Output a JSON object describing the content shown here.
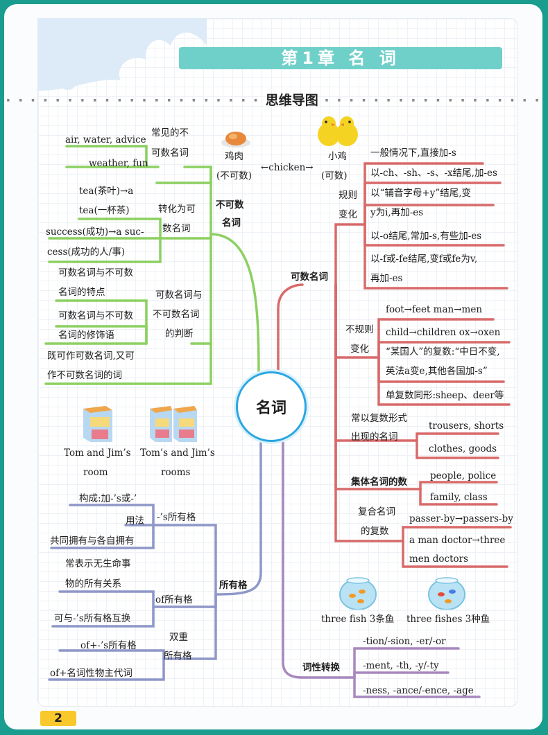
{
  "title": "第1章  名  词",
  "heading": "思维导图",
  "center": "名词",
  "page_number": "2",
  "colors": {
    "frame": "#1a9d8e",
    "title_bar": "#6fd0c9",
    "green": "#8cd061",
    "red": "#d86a6a",
    "blue": "#8e97c8",
    "purple": "#a888be",
    "center_ring": "#2ba6e2"
  },
  "uncountable": {
    "label_1": "不可数",
    "label_2": "名词",
    "common": {
      "label_1": "常见的不",
      "label_2": "可数名词",
      "item_1": "air, water, advice",
      "item_2": "weather, fun"
    },
    "conversion": {
      "label_1": "转化为可",
      "label_2": "数名词",
      "item_1": "tea(茶叶)→a",
      "item_2": "tea(一杯茶)",
      "item_3": "success(成功)→a suc-",
      "item_4": "cess(成功的人/事)"
    },
    "judgement": {
      "label_1": "可数名词与",
      "label_2": "不可数名词",
      "label_3": "的判断",
      "item_1": "可数名词与不可数",
      "item_2": "名词的特点",
      "item_3": "可数名词与不可数",
      "item_4": "名词的修饰语",
      "item_5": "既可作可数名词,又可",
      "item_6": "作不可数名词的词"
    }
  },
  "chicken": {
    "meat_1": "鸡肉",
    "meat_2": "(不可数)",
    "arrow": "←chicken→",
    "chick_1": "小鸡",
    "chick_2": "(可数)"
  },
  "countable": {
    "label": "可数名词",
    "regular": {
      "label_1": "规则",
      "label_2": "变化",
      "item_1": "一般情况下,直接加-s",
      "item_2": "以-ch、-sh、-s、-x结尾,加-es",
      "item_3": "以“辅音字母+y”结尾,变",
      "item_4": "y为i,再加-es",
      "item_5": "以-o结尾,常加-s,有些加-es",
      "item_6": "以-f或-fe结尾,变f或fe为v,",
      "item_7": "再加-es"
    },
    "irregular": {
      "label_1": "不规则",
      "label_2": "变化",
      "item_1": "foot→feet    man→men",
      "item_2": "child→children    ox→oxen",
      "item_3": "“某国人”的复数:“中日不变,",
      "item_4": "英法a变e,其他各国加-s”",
      "item_5": "单复数同形:sheep、deer等"
    },
    "plural_form": {
      "label_1": "常以复数形式",
      "label_2": "出现的名词",
      "item_1": "trousers, shorts",
      "item_2": "clothes, goods"
    },
    "collective": {
      "label": "集体名词的数",
      "item_1": "people, police",
      "item_2": "family, class"
    },
    "compound": {
      "label_1": "复合名词",
      "label_2": "的复数",
      "item_1": "passer-by→passers-by",
      "item_2": "a man doctor→three",
      "item_3": "men doctors"
    }
  },
  "room": {
    "caption_1a": "Tom and Jim’s",
    "caption_1b": "room",
    "caption_2a": "Tom’s and Jim’s",
    "caption_2b": "rooms"
  },
  "possessive": {
    "label": "所有格",
    "s_form": {
      "label": "-’s所有格",
      "item_1": "构成:加-’s或-’",
      "item_2": "用法",
      "item_3": "共同拥有与各自拥有"
    },
    "of_form": {
      "label": "of所有格",
      "item_1": "常表示无生命事",
      "item_2": "物的所有关系",
      "item_3": "可与-’s所有格互换"
    },
    "double": {
      "label_1": "双重",
      "label_2": "所有格",
      "item_1": "of+-’s所有格",
      "item_2": "of+名词性物主代词"
    }
  },
  "fish": {
    "caption_1": "three fish 3条鱼",
    "caption_2": "three fishes 3种鱼"
  },
  "gender": {
    "label": "词性转换",
    "item_1": "-tion/-sion, -er/-or",
    "item_2": "-ment, -th, -y/-ty",
    "item_3": "-ness, -ance/-ence, -age"
  }
}
